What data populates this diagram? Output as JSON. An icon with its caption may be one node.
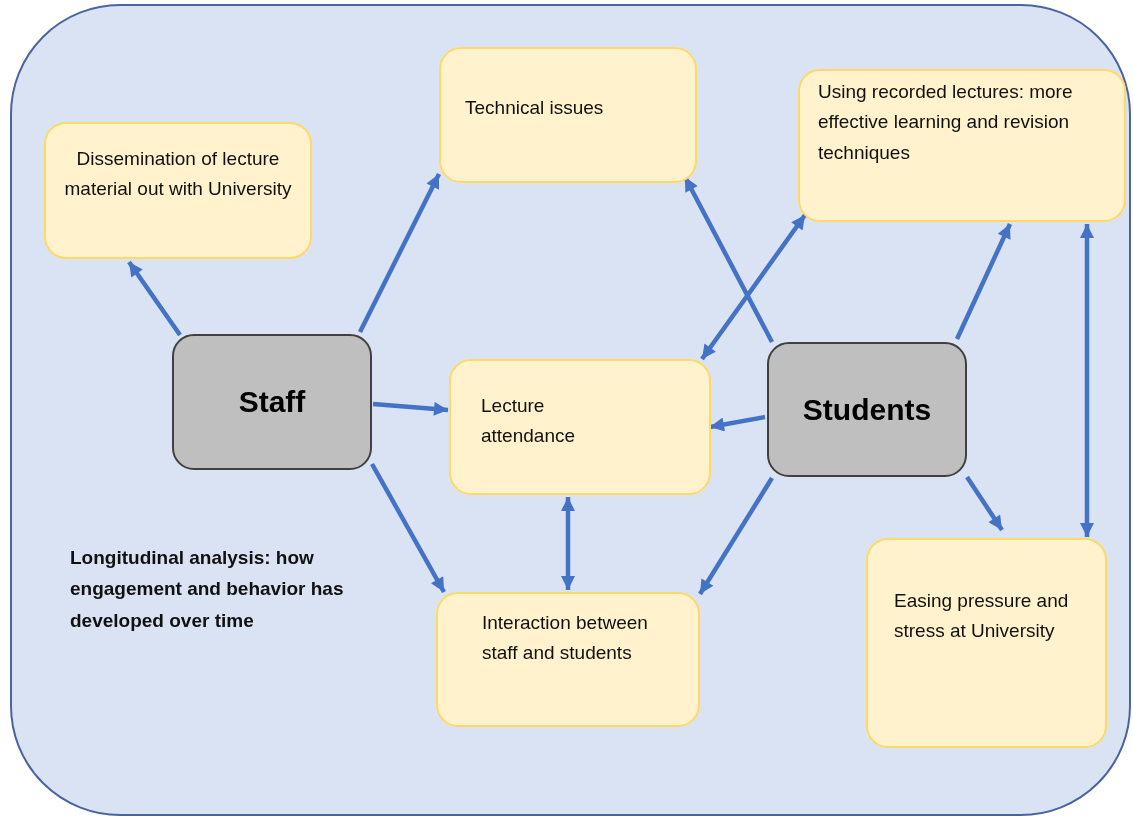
{
  "diagram": {
    "nodes": [
      {
        "text": [
          "Longitudinal analysis: how engagement and behavior has developed over time"
        ]
      },
      {
        "text": [
          "Dissemination of lecture material out with University"
        ],
        "in": 0
      },
      {
        "text": [
          "Technical issues"
        ],
        "in": 0
      },
      {
        "text": [
          "Using recorded lectures: more effective learning and revision techniques"
        ],
        "in": 0
      },
      {
        "text": [
          "Staff"
        ],
        "in": 0
      },
      {
        "text": [
          "Lecture attendance"
        ],
        "in": 0
      },
      {
        "text": [
          "Students"
        ],
        "in": 0
      },
      {
        "text": [
          "Interaction between staff and students"
        ],
        "in": 0
      },
      {
        "text": [
          "Easing pressure and stress at University"
        ],
        "in": 0
      }
    ],
    "edges": [
      {
        "from": 4,
        "to": 1,
        "arrow": "to"
      },
      {
        "from": 4,
        "to": 2,
        "arrow": "to"
      },
      {
        "from": 4,
        "to": 5,
        "arrow": "to"
      },
      {
        "from": 4,
        "to": 7,
        "arrow": "to"
      },
      {
        "from": 6,
        "to": 2,
        "arrow": "to"
      },
      {
        "from": 5,
        "to": 3,
        "arrow": "both"
      },
      {
        "from": 6,
        "to": 5,
        "arrow": "to"
      },
      {
        "from": 6,
        "to": 7,
        "arrow": "to"
      },
      {
        "from": 6,
        "to": 3,
        "arrow": "to"
      },
      {
        "from": 6,
        "to": 8,
        "arrow": "to"
      },
      {
        "from": 5,
        "to": 7,
        "arrow": "both"
      },
      {
        "from": 3,
        "to": 8,
        "arrow": "both"
      }
    ]
  }
}
